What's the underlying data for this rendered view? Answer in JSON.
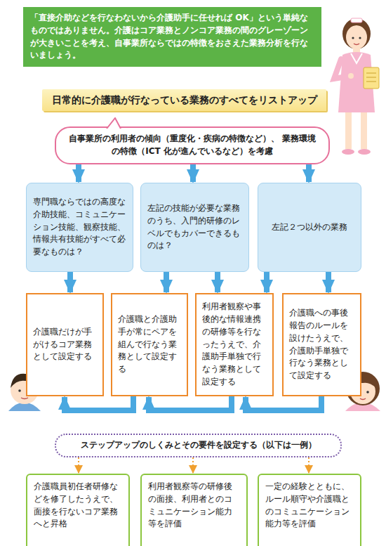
{
  "diagram": {
    "nodes": [
      {
        "text": [
          "「直接介助などを行なわないから介護助手に任せれば OK」という単純なものではありません。介護はコア業務とノンコア業務の間のグレーゾーンが大きいことを考え、自事業所ならではの特徴をおさえた業務分析を行ないましょう。"
        ]
      },
      {
        "text": [
          "日常的に介護職が行なっている業務のすべてをリストアップ"
        ]
      },
      {
        "text": [
          "自事業所の利用者の傾向（重度化・疾病の特徴など）、 業務環境の特徴（ICT 化が進んでいるなど）を考慮"
        ]
      },
      {
        "text": [
          "専門職ならではの高度な介助技能、コミュニケーション技能、観察技能、情報共有技能がすべて必要なものは？"
        ]
      },
      {
        "text": [
          "左記の技能が必要な業務のうち、入門的研修のレベルでもカバーできるものは？"
        ]
      },
      {
        "text": [
          "左記２つ以外の業務"
        ]
      },
      {
        "text": [
          "介護職だけが手がけるコア業務として設定する"
        ]
      },
      {
        "text": [
          "介護職と介護助手が常にペアを組んで行なう業務として設定する"
        ]
      },
      {
        "text": [
          "利用者観察や事後的な情報連携の研修等を行なったうえで、介護助手単独で行なう業務として設定する"
        ]
      },
      {
        "text": [
          "介護職への事後報告のルールを設けたうえで、介護助手単独で行なう業務として設定する"
        ]
      },
      {
        "text": [
          "ステップアップのしくみとその要件を設定する（以下は一例）"
        ]
      },
      {
        "text": [
          "介護職員初任者研修などを修了したうえで、面接を行ないコア業務へと昇格"
        ]
      },
      {
        "text": [
          "利用者観察等の研修後の面接、利用者とのコミュニケーション能力等を評価"
        ]
      },
      {
        "text": [
          "一定の経験とともに、ルール順守や介護職とのコミュニケーション能力等を評価"
        ]
      }
    ],
    "edges": [
      {
        "from": 2,
        "to": 3,
        "arrow": "to"
      },
      {
        "from": 2,
        "to": 4,
        "arrow": "to"
      },
      {
        "from": 2,
        "to": 5,
        "arrow": "to"
      },
      {
        "from": 3,
        "to": 6,
        "arrow": "to"
      },
      {
        "from": 4,
        "to": 7,
        "arrow": "to"
      },
      {
        "from": 4,
        "to": 8,
        "arrow": "to"
      },
      {
        "from": 5,
        "to": 8,
        "arrow": "to"
      },
      {
        "from": 5,
        "to": 9,
        "arrow": "to"
      },
      {
        "from": 7,
        "to": 6,
        "arrow": "to"
      },
      {
        "from": 8,
        "to": 7,
        "arrow": "to"
      },
      {
        "from": 9,
        "to": 8,
        "arrow": "to"
      },
      {
        "from": 10,
        "to": 11,
        "arrow": "to"
      },
      {
        "from": 10,
        "to": 12,
        "arrow": "to"
      },
      {
        "from": 10,
        "to": 13,
        "arrow": "to"
      }
    ]
  }
}
